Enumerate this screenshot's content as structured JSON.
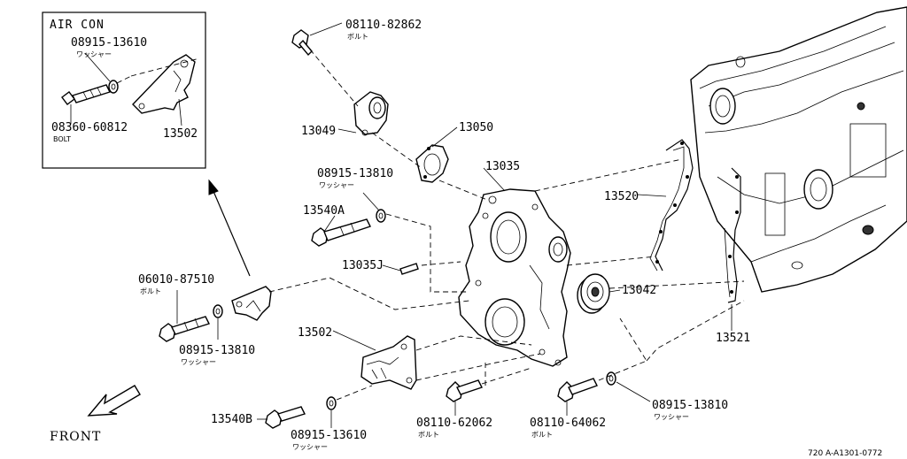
{
  "inset": {
    "title": "AIR CON",
    "washer_no": "08915-13610",
    "washer_sub": "ワッシャー",
    "bolt_no": "08360-60812",
    "bolt_sub": "BOLT",
    "bracket_no": "13502"
  },
  "callouts": {
    "p08110_82862": "08110-82862",
    "p08110_82862_sub": "ボルト",
    "p13049": "13049",
    "p13050": "13050",
    "p08915_13810_a": "08915-13810",
    "p08915_13810_a_sub": "ワッシャー",
    "p13035": "13035",
    "p13540A": "13540A",
    "p13035J": "13035J",
    "p13520": "13520",
    "p13042": "13042",
    "p06010_87510": "06010-87510",
    "p06010_87510_sub": "ボルト",
    "p08915_13810_b": "08915-13810",
    "p08915_13810_b_sub": "ワッシャー",
    "p13502": "13502",
    "p13521": "13521",
    "p13540B": "13540B",
    "p08915_13610": "08915-13610",
    "p08915_13610_sub": "ワッシャー",
    "p08110_62062": "08110-62062",
    "p08110_62062_sub": "ボルト",
    "p08110_64062": "08110-64062",
    "p08110_64062_sub": "ボルト",
    "p08915_13810_c": "08915-13810",
    "p08915_13810_c_sub": "ワッシャー"
  },
  "front_label": "FRONT",
  "ref_code": "720 A-A1301-0772",
  "colors": {
    "ink": "#000000",
    "paper": "#ffffff"
  }
}
